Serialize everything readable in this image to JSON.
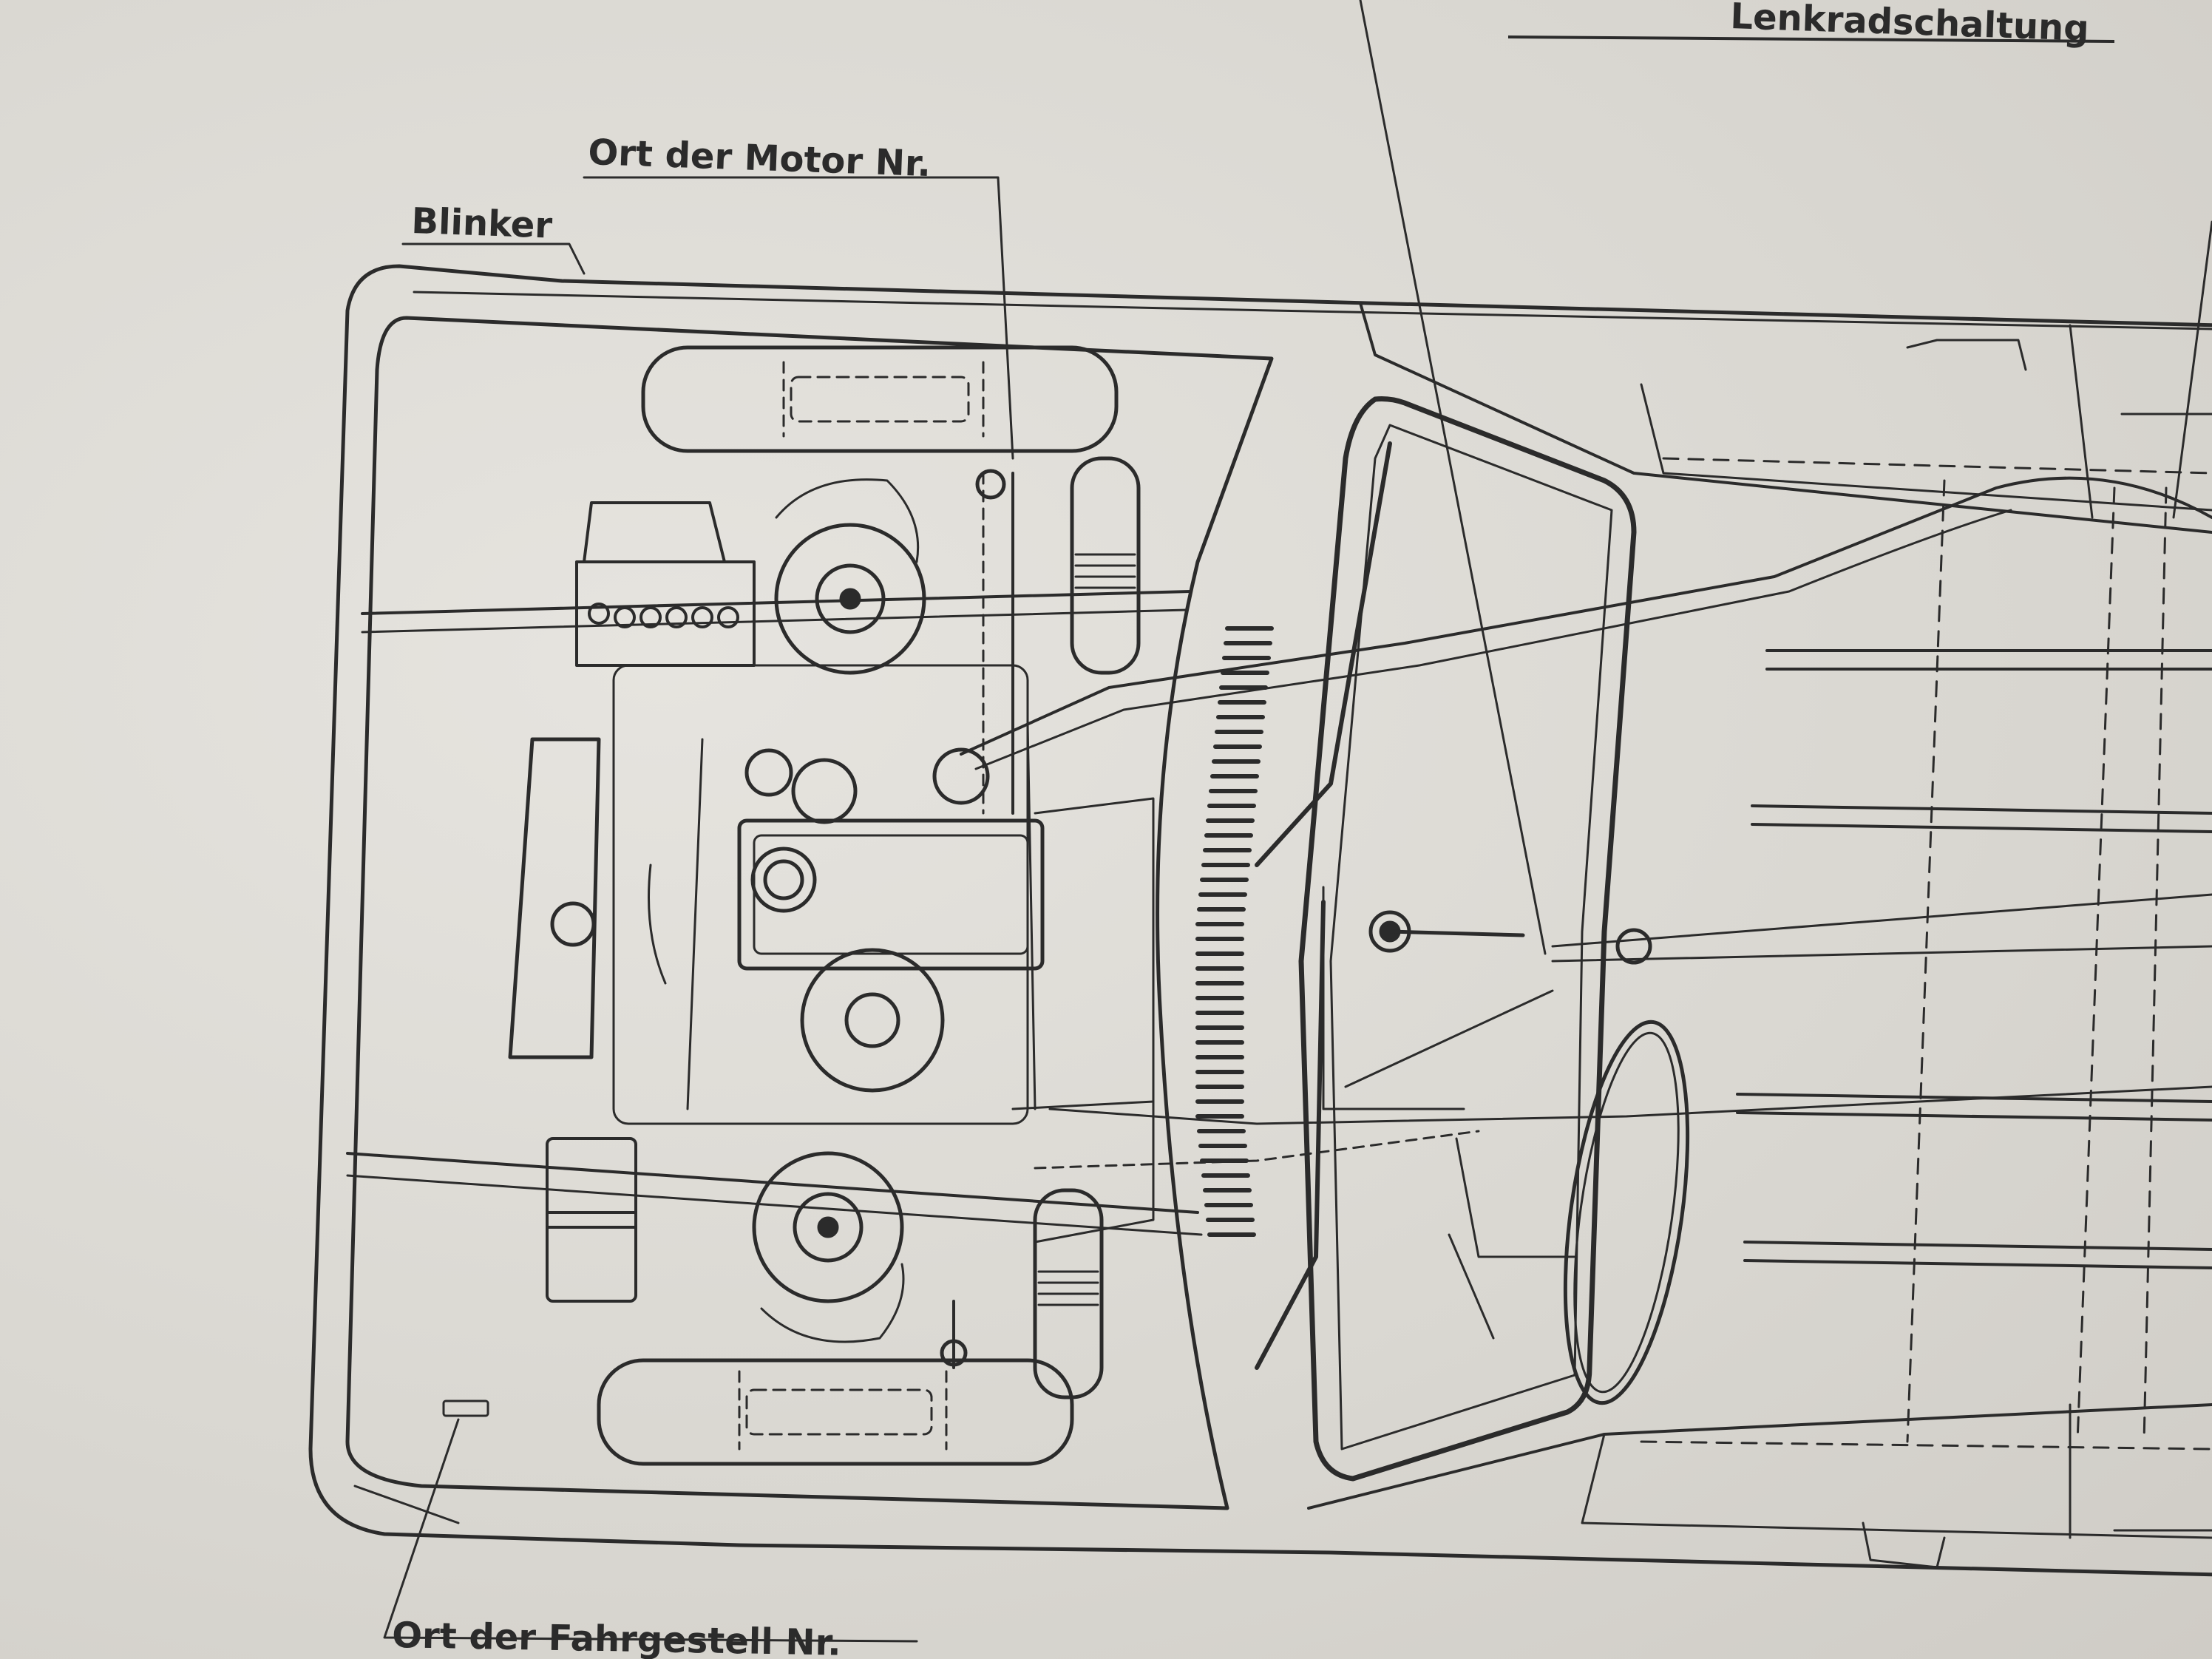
{
  "labels": {
    "engine_number_location": "Ort der Motor Nr.",
    "indicator": "Blinker",
    "chassis_number_location": "Ort der Fahrgestell Nr.",
    "top_right_partial": "Lenkradschaltung"
  },
  "colors": {
    "paper": "#dcdad5",
    "ink": "#2b2b2b"
  }
}
